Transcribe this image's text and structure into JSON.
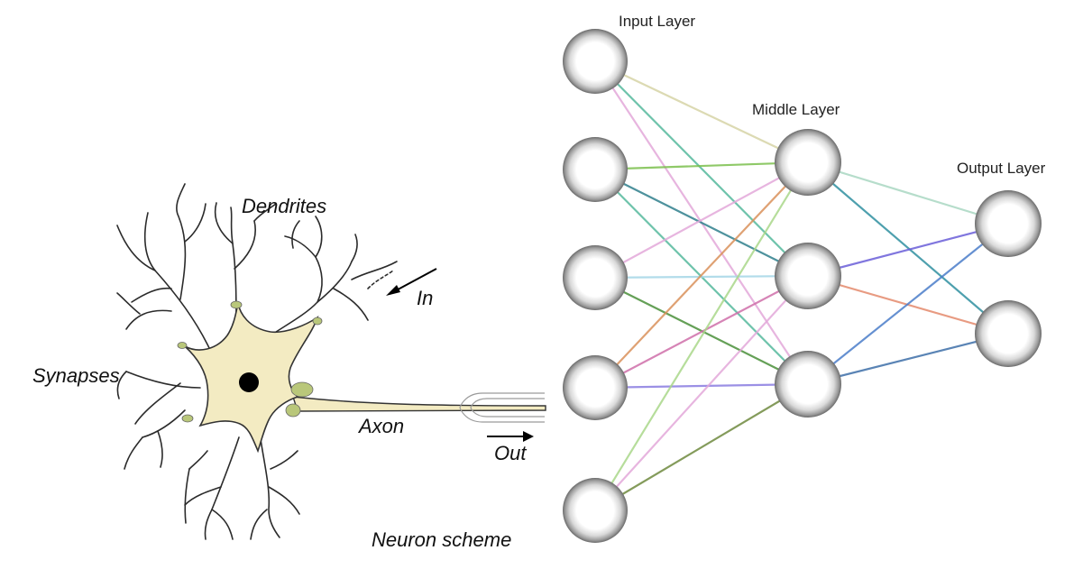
{
  "neuron_scheme": {
    "dendrites_label": "Dendrites",
    "in_label": "In",
    "synapses_label": "Synapses",
    "axon_label": "Axon",
    "out_label": "Out",
    "caption": "Neuron scheme"
  },
  "network": {
    "input_label": "Input Layer",
    "middle_label": "Middle Layer",
    "output_label": "Output Layer",
    "layers": {
      "input": 5,
      "middle": 3,
      "output": 2
    }
  },
  "colors": {
    "cell_body": "#f3ebc2",
    "synapse": "#b9c77a",
    "node_center": "#ffffff",
    "node_edge": "#6e6e6e",
    "connections": [
      "#d6d3a6",
      "#55b89c",
      "#e3a8d9",
      "#7bbf4e",
      "#2f7f8c",
      "#a5d6e6",
      "#a9d78a",
      "#4a8f3a",
      "#cf6fa9",
      "#8a7de0",
      "#e48a6c",
      "#4a7cc9",
      "#6e8a3e"
    ]
  }
}
